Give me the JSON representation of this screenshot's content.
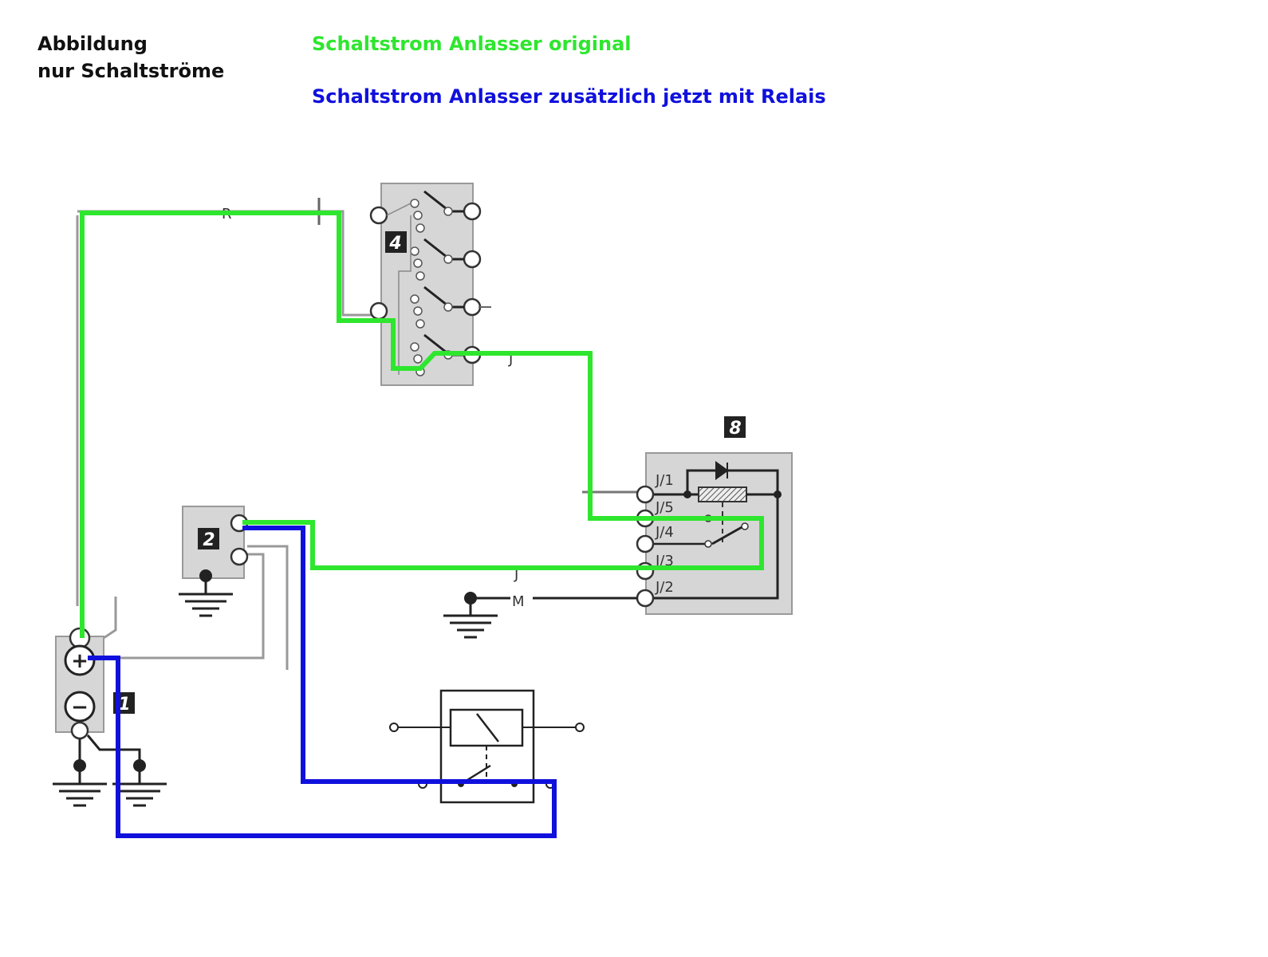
{
  "title": {
    "line1": "Abbildung",
    "line2": "nur Schaltströme"
  },
  "legend": {
    "green": {
      "text": "Schaltstrom Anlasser original",
      "color": "#2ee62e"
    },
    "blue": {
      "text": "Schaltstrom Anlasser zusätzlich jetzt mit Relais",
      "color": "#1010dd"
    }
  },
  "components": {
    "battery": {
      "number": "1",
      "plus": "+",
      "minus": "−"
    },
    "starter": {
      "number": "2"
    },
    "ignition_switch": {
      "number": "4"
    },
    "relay_block": {
      "number": "8"
    }
  },
  "wire_labels": {
    "top": "R",
    "ignition_out": "J",
    "relay_bottom": "J",
    "ground": "M"
  },
  "pins": {
    "j1": "J/1",
    "j5": "J/5",
    "j4": "J/4",
    "j3": "J/3",
    "j2": "J/2"
  },
  "colors": {
    "wire_gray": "#999999",
    "component_fill": "#d6d6d6",
    "dark": "#222222"
  }
}
